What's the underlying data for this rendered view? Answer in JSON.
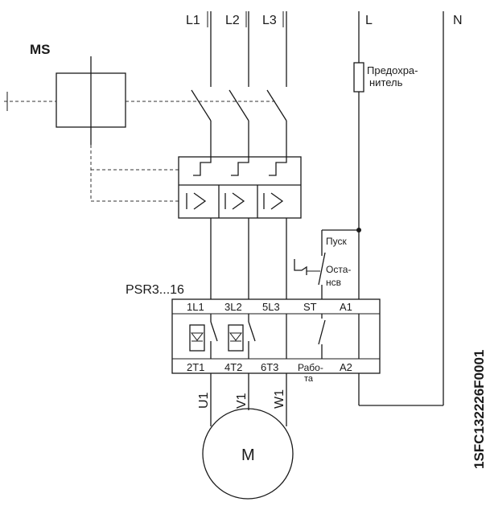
{
  "supply": {
    "l1": "L1",
    "l2": "L2",
    "l3": "L3",
    "l": "L",
    "n": "N"
  },
  "ms_label": "MS",
  "fuse_label": [
    "Предохра-",
    "нитель"
  ],
  "start_label": "Пуск",
  "stop_label": [
    "Оста-",
    "нсв"
  ],
  "device": {
    "model": "PSR3...16",
    "top_terminals": [
      "1L1",
      "3L2",
      "5L3",
      "ST",
      "A1"
    ],
    "bottom_terminals": [
      "2T1",
      "4T2",
      "6T3",
      "A2"
    ],
    "run_label": [
      "Рабо-",
      "та"
    ]
  },
  "motor": {
    "label": "M",
    "terminals": [
      "U1",
      "V1",
      "W1"
    ]
  },
  "document_code": "1SFC132226F0001"
}
